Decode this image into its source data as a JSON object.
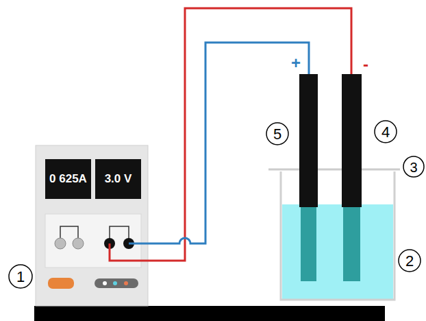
{
  "diagram": {
    "nodes": [
      {
        "text": [
          "0 625A"
        ]
      },
      {
        "text": [
          "3.0 V"
        ]
      }
    ],
    "labels": [
      "+",
      "-",
      "5",
      "4",
      "3",
      "1",
      "2"
    ]
  }
}
